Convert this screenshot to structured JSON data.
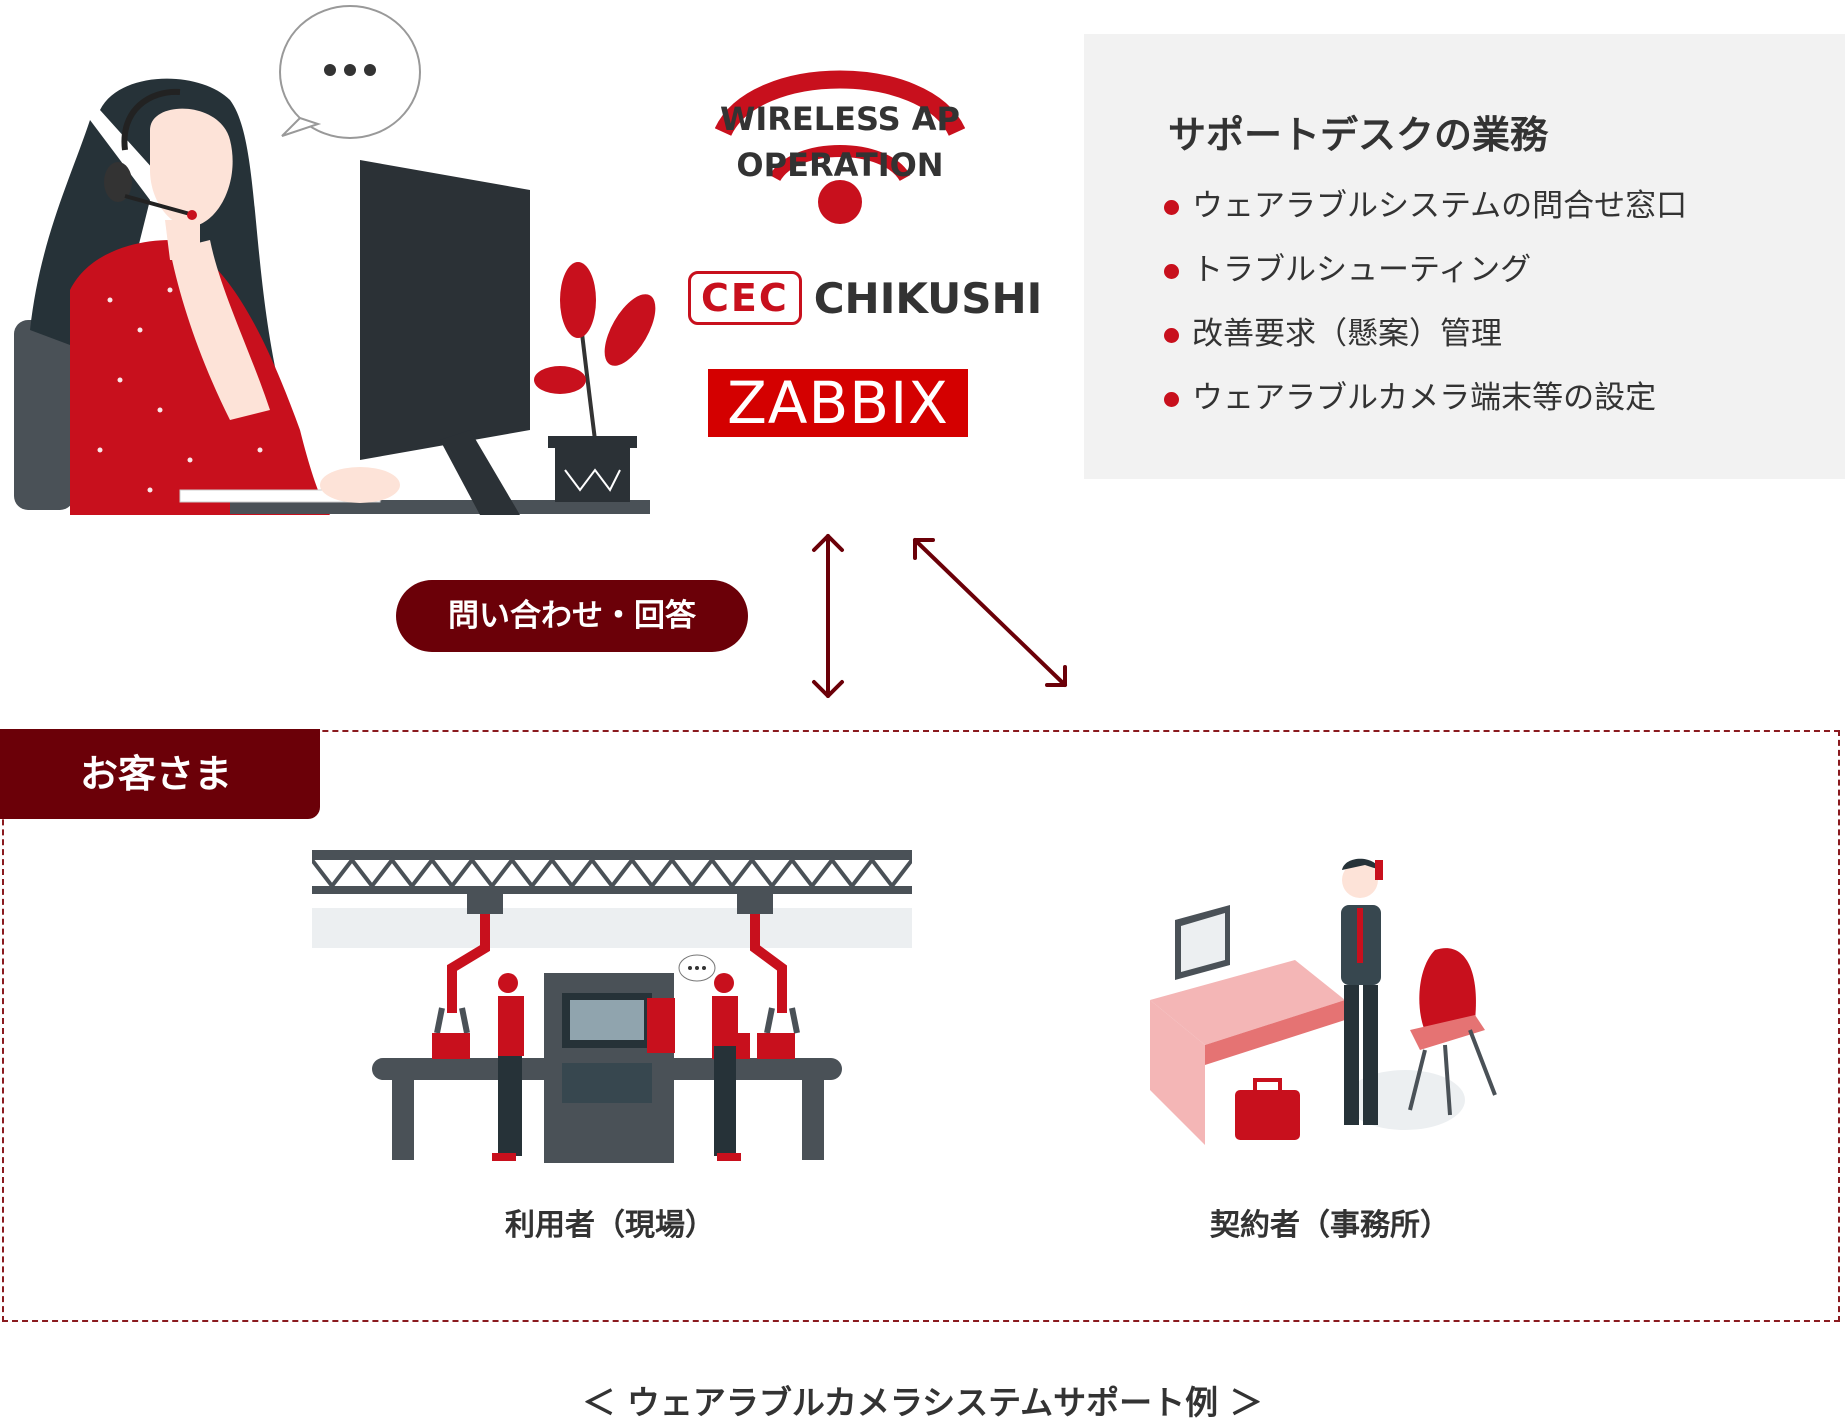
{
  "logos": {
    "wireless_line1": "WIRELESS AP",
    "wireless_line2": "OPERATION",
    "cec": "CEC",
    "chikushi": "CHIKUSHI",
    "zabbix": "ZABBIX"
  },
  "duties": {
    "title": "サポートデスクの業務",
    "items": [
      "ウェアラブルシステムの問合せ窓口",
      "トラブルシューティング",
      "改善要求（懸案）管理",
      "ウェアラブルカメラ端末等の設定"
    ]
  },
  "inquiry_label": "問い合わせ・回答",
  "customers": {
    "tab_label": "お客さま",
    "users_caption": "利用者（現場）",
    "contract_caption": "契約者（事務所）"
  },
  "footer_caption": "＜ ウェアラブルカメラシステムサポート例 ＞",
  "colors": {
    "accent_red": "#c8101d",
    "dark_red": "#6b0008",
    "panel_gray": "#f2f2f2",
    "text": "#333333"
  }
}
